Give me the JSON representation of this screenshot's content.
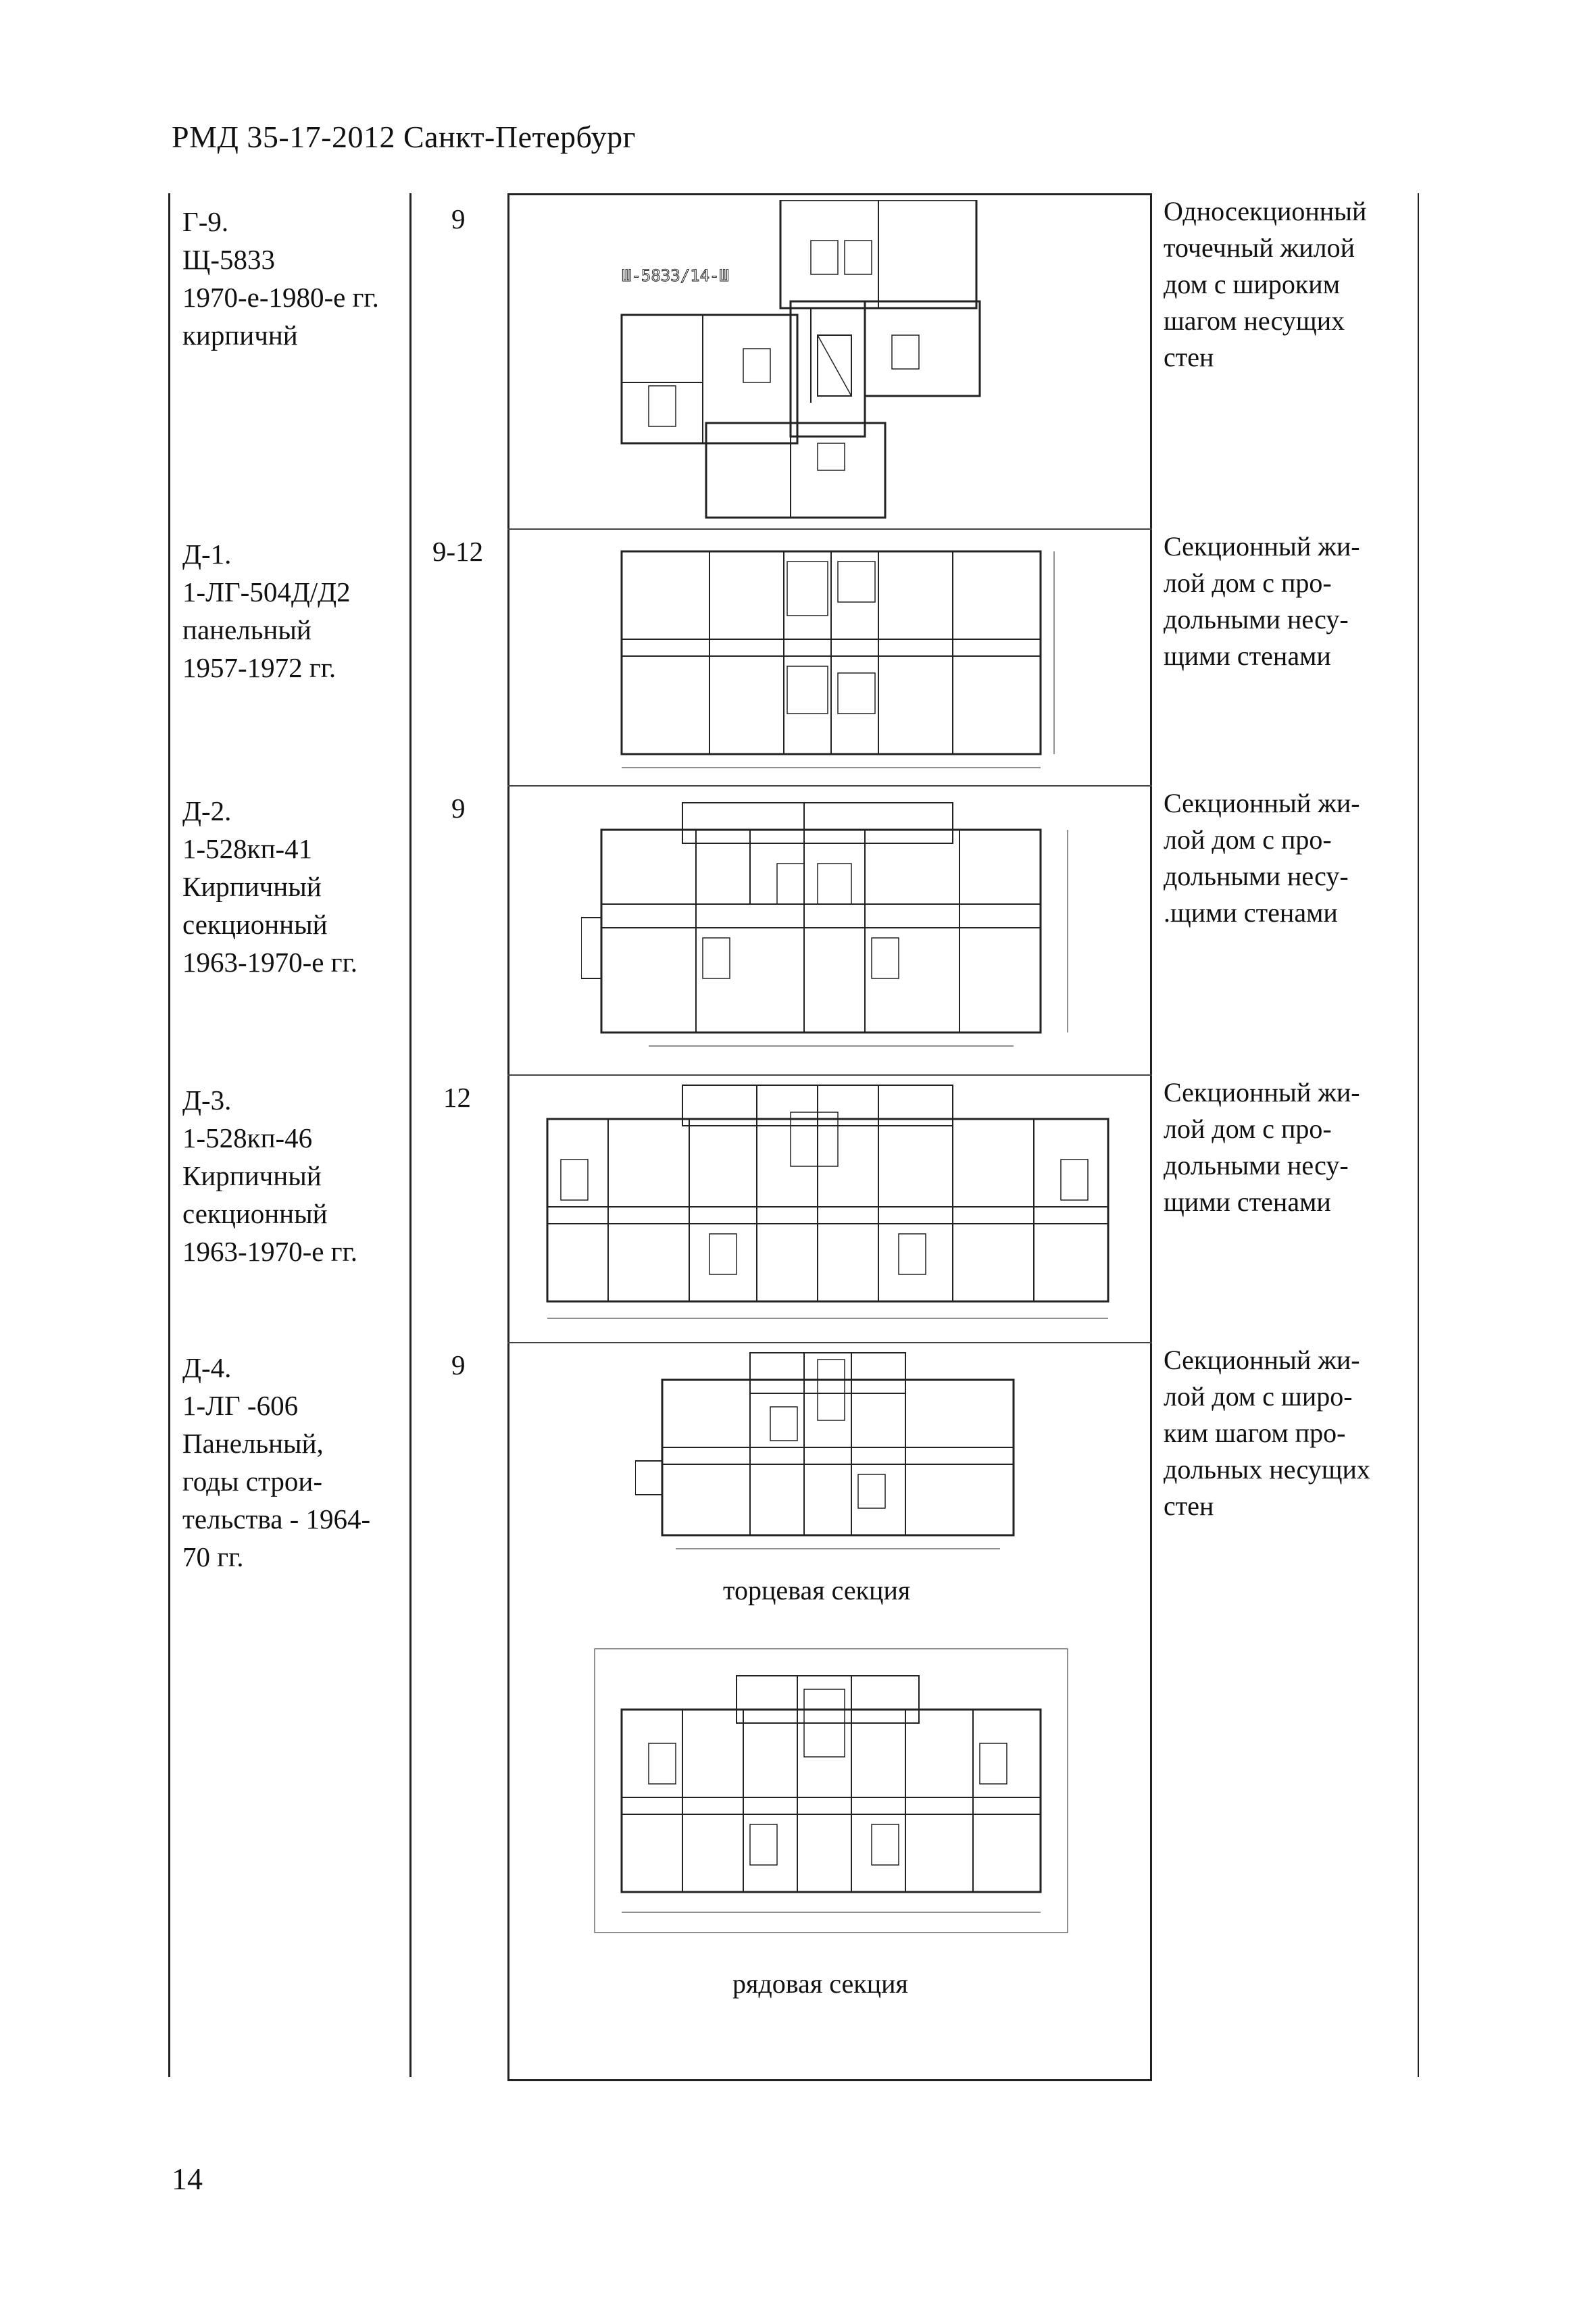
{
  "header": "РМД 35-17-2012 Санкт-Петербург",
  "page_number": "14",
  "rows": [
    {
      "code": "Г-9.\nЩ-5833\n1970-е-1980-е гг.\nкирпичнй",
      "floors": "9",
      "plan_label": "Ш-5833/14-Ш",
      "description": "Односекционный\nточечный жилой\nдом с широким\nшагом несущих\nстен"
    },
    {
      "code": "Д-1.\n1-ЛГ-504Д/Д2\nпанельный\n1957-1972 гг.",
      "floors": "9-12",
      "description": "Секционный жи-\nлой дом с про-\nдольными несу-\nщими стенами"
    },
    {
      "code": "Д-2.\n1-528кп-41\nКирпичный\nсекционный\n1963-1970-е гг.",
      "floors": "9",
      "description": "Секционный жи-\nлой дом с про-\nдольными несу-\n.щими стенами"
    },
    {
      "code": "Д-3.\n1-528кп-46\nКирпичный\nсекционный\n1963-1970-е гг.",
      "floors": "12",
      "description": "Секционный жи-\nлой дом с про-\nдольными несу-\nщими стенами"
    },
    {
      "code": "Д-4.\n1-ЛГ -606\nПанельный,\nгоды строи-\nтельства - 1964-\n70 гг.",
      "floors": "9",
      "description": "Секционный жи-\nлой дом с широ-\nким шагом про-\nдольных несущих\nстен",
      "caption_end": "торцевая секция",
      "caption_row": "рядовая секция"
    }
  ]
}
